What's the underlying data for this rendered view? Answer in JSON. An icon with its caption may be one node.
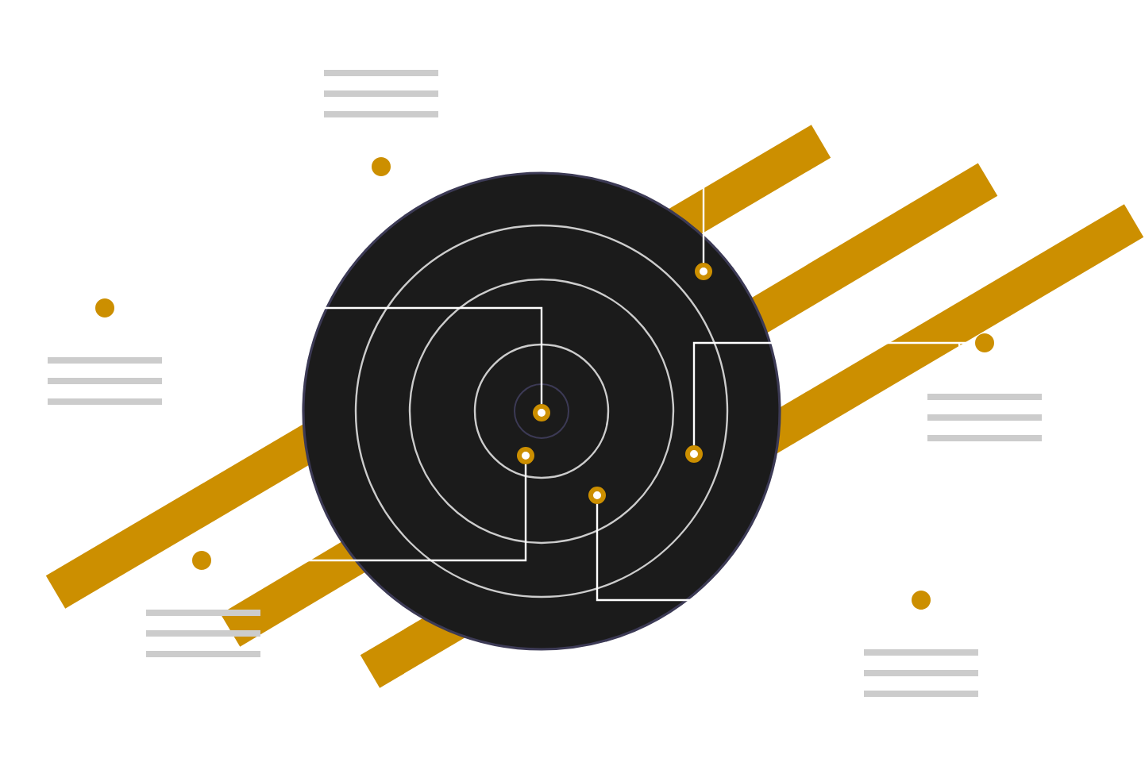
{
  "diagram": {
    "nodes": [
      {
        "text": [],
        "shape": "circle"
      },
      {
        "text": [],
        "shape": "circle"
      },
      {
        "text": [],
        "shape": "circle"
      },
      {
        "text": [],
        "shape": "circle"
      },
      {
        "text": [],
        "shape": "circle"
      },
      {
        "text": [],
        "shape": "circle"
      },
      {
        "text": [],
        "shape": "circle"
      },
      {
        "text": [],
        "shape": "circle"
      },
      {
        "text": [],
        "shape": "circle"
      },
      {
        "text": [],
        "shape": "circle"
      }
    ],
    "edges": [
      {
        "from": 1,
        "to": 0,
        "arrow": "none"
      },
      {
        "from": 4,
        "to": 2,
        "arrow": "none"
      },
      {
        "from": 5,
        "to": 3,
        "arrow": "none"
      },
      {
        "from": 6,
        "to": 8,
        "arrow": "none"
      },
      {
        "from": 7,
        "to": 9,
        "arrow": "none"
      }
    ]
  }
}
